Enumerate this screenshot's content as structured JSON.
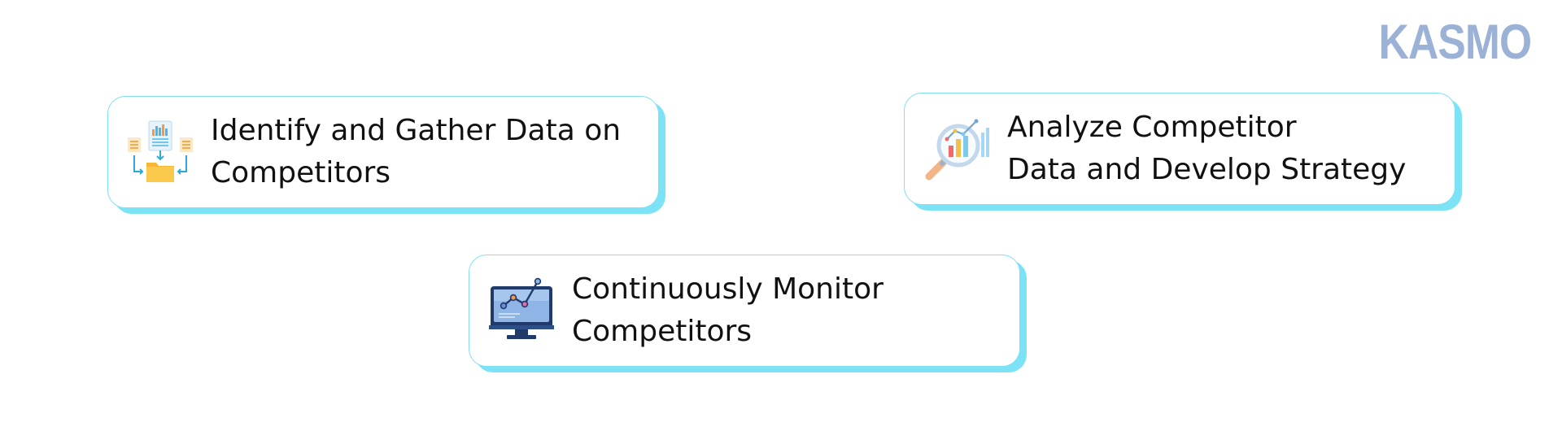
{
  "brand": {
    "logo_text": "KASMO",
    "color": "#9bb2d6"
  },
  "accent": {
    "card_border": "#7fe0f5",
    "card_shadow": "#7ce3f7"
  },
  "steps": [
    {
      "icon": "data-gathering-icon",
      "label": "Identify and Gather Data on\nCompetitors"
    },
    {
      "icon": "analysis-magnifier-icon",
      "label": "Analyze Competitor\nData and Develop Strategy"
    },
    {
      "icon": "monitor-chart-icon",
      "label": "Continuously Monitor\nCompetitors"
    }
  ]
}
